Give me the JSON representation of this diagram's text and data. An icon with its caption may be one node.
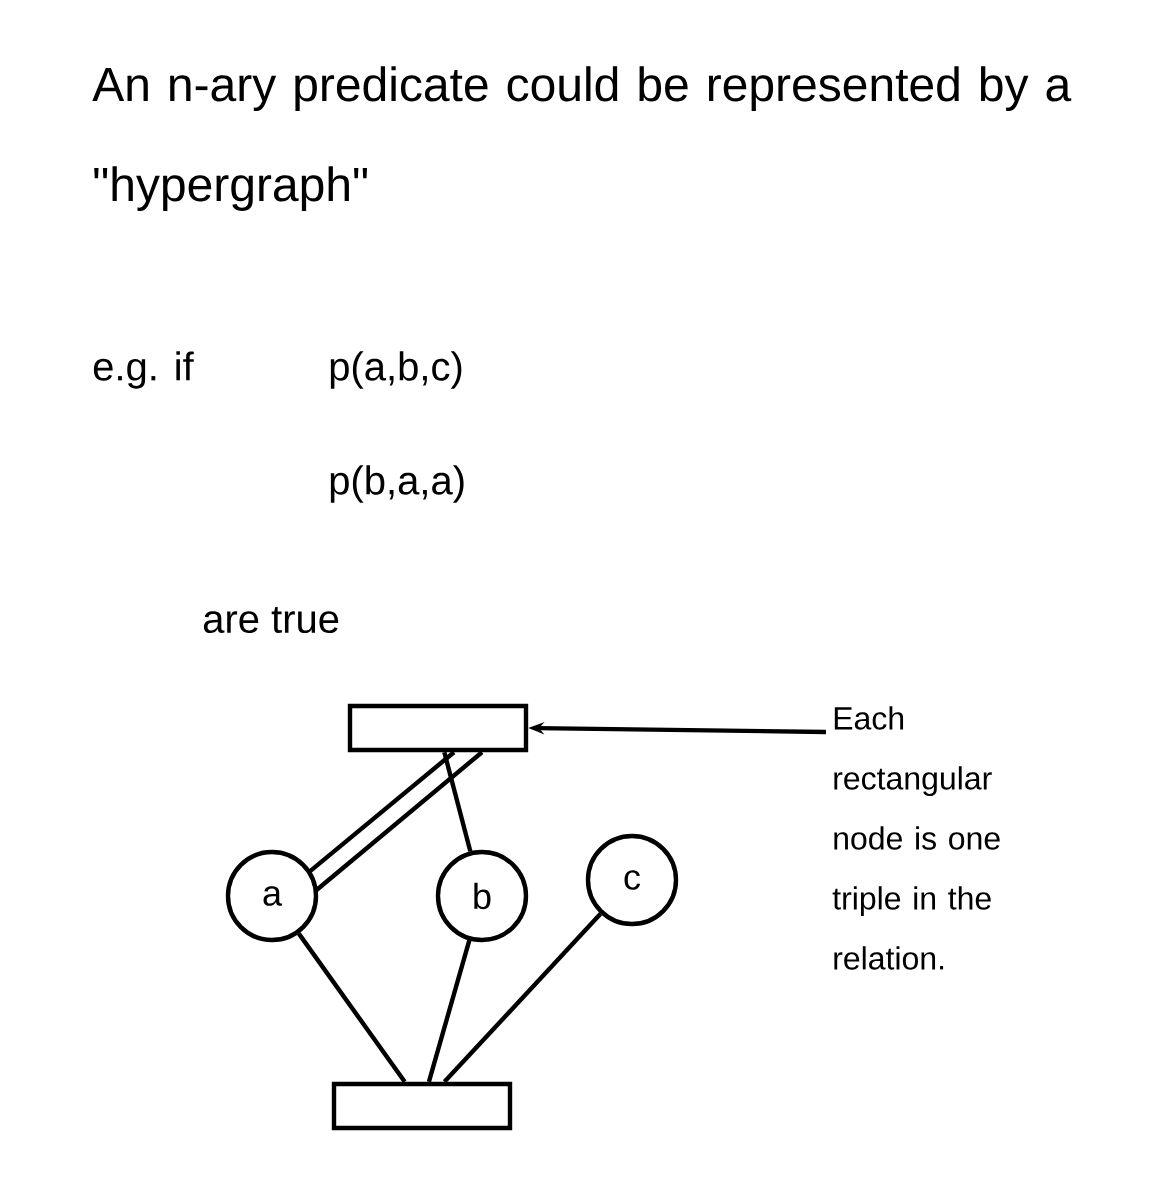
{
  "diagram": {
    "title": "An n-ary predicate could be represented by a \"hypergraph\"",
    "nodes": [
      {
        "text": [],
        "shape": "box"
      },
      {
        "text": [
          "a"
        ]
      },
      {
        "text": [
          "b"
        ]
      },
      {
        "text": [
          "c"
        ]
      },
      {
        "text": [],
        "shape": "box"
      },
      {
        "text": [
          "Each rectangular node is one triple in the relation."
        ]
      }
    ],
    "edges": [
      {
        "from": 0,
        "to": 1,
        "arrow": "none"
      },
      {
        "from": 0,
        "to": 1,
        "arrow": "none"
      },
      {
        "from": 0,
        "to": 2,
        "arrow": "none"
      },
      {
        "from": 4,
        "to": 1,
        "arrow": "none"
      },
      {
        "from": 4,
        "to": 2,
        "arrow": "none"
      },
      {
        "from": 4,
        "to": 3,
        "arrow": "none"
      },
      {
        "from": 5,
        "to": 0,
        "arrow": "to"
      }
    ],
    "labels": [
      "e.g. if",
      "p(a,b,c)",
      "p(b,a,a)",
      "are true"
    ]
  }
}
